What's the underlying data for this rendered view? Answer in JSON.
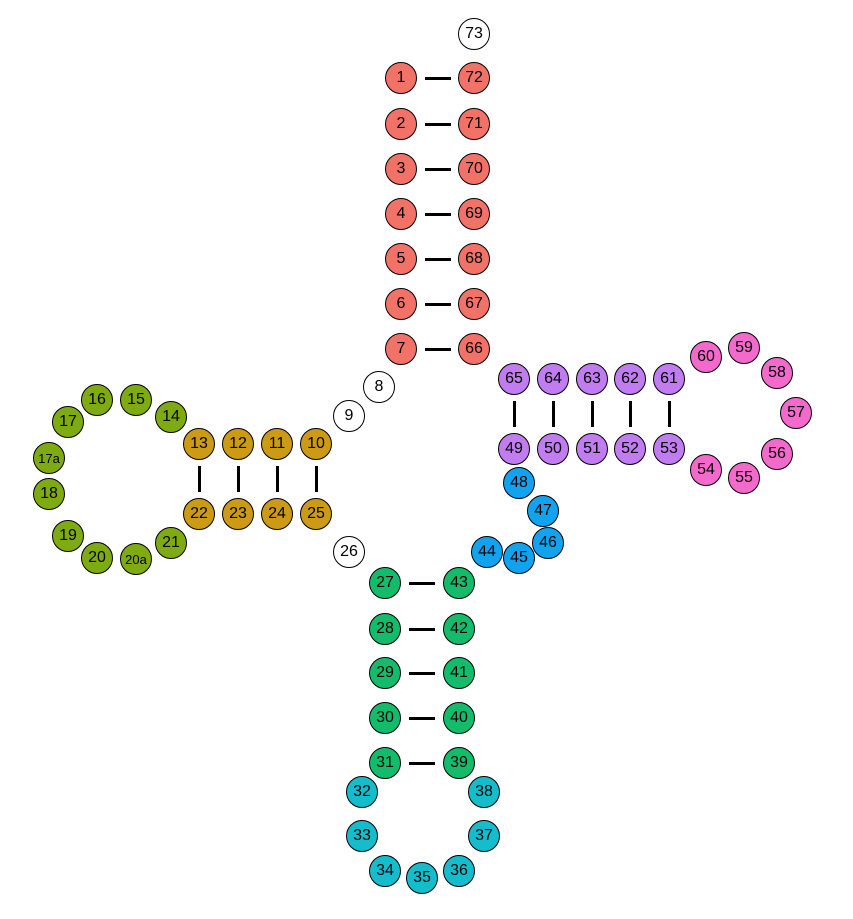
{
  "colors": {
    "acceptor_stem": "#f27268",
    "d_stem": "#cc9a14",
    "d_loop": "#7fab12",
    "anticodon_stem": "#12bc6a",
    "anticodon_loop": "#14bccc",
    "variable_loop": "#11a3f0",
    "t_stem": "#c07cf0",
    "t_loop": "#f46acc",
    "unpaired": "#ffffff",
    "bond": "#000000"
  },
  "nucleotides": [
    {
      "label": "1",
      "group": "acceptor_stem"
    },
    {
      "label": "2",
      "group": "acceptor_stem"
    },
    {
      "label": "3",
      "group": "acceptor_stem"
    },
    {
      "label": "4",
      "group": "acceptor_stem"
    },
    {
      "label": "5",
      "group": "acceptor_stem"
    },
    {
      "label": "6",
      "group": "acceptor_stem"
    },
    {
      "label": "7",
      "group": "acceptor_stem"
    },
    {
      "label": "8",
      "group": "unpaired"
    },
    {
      "label": "9",
      "group": "unpaired"
    },
    {
      "label": "10",
      "group": "d_stem"
    },
    {
      "label": "11",
      "group": "d_stem"
    },
    {
      "label": "12",
      "group": "d_stem"
    },
    {
      "label": "13",
      "group": "d_stem"
    },
    {
      "label": "14",
      "group": "d_loop"
    },
    {
      "label": "15",
      "group": "d_loop"
    },
    {
      "label": "16",
      "group": "d_loop"
    },
    {
      "label": "17",
      "group": "d_loop"
    },
    {
      "label": "17a",
      "group": "d_loop"
    },
    {
      "label": "18",
      "group": "d_loop"
    },
    {
      "label": "19",
      "group": "d_loop"
    },
    {
      "label": "20",
      "group": "d_loop"
    },
    {
      "label": "20a",
      "group": "d_loop"
    },
    {
      "label": "21",
      "group": "d_loop"
    },
    {
      "label": "22",
      "group": "d_stem"
    },
    {
      "label": "23",
      "group": "d_stem"
    },
    {
      "label": "24",
      "group": "d_stem"
    },
    {
      "label": "25",
      "group": "d_stem"
    },
    {
      "label": "26",
      "group": "unpaired"
    },
    {
      "label": "27",
      "group": "anticodon_stem"
    },
    {
      "label": "28",
      "group": "anticodon_stem"
    },
    {
      "label": "29",
      "group": "anticodon_stem"
    },
    {
      "label": "30",
      "group": "anticodon_stem"
    },
    {
      "label": "31",
      "group": "anticodon_stem"
    },
    {
      "label": "32",
      "group": "anticodon_loop"
    },
    {
      "label": "33",
      "group": "anticodon_loop"
    },
    {
      "label": "34",
      "group": "anticodon_loop"
    },
    {
      "label": "35",
      "group": "anticodon_loop"
    },
    {
      "label": "36",
      "group": "anticodon_loop"
    },
    {
      "label": "37",
      "group": "anticodon_loop"
    },
    {
      "label": "38",
      "group": "anticodon_loop"
    },
    {
      "label": "39",
      "group": "anticodon_stem"
    },
    {
      "label": "40",
      "group": "anticodon_stem"
    },
    {
      "label": "41",
      "group": "anticodon_stem"
    },
    {
      "label": "42",
      "group": "anticodon_stem"
    },
    {
      "label": "43",
      "group": "anticodon_stem"
    },
    {
      "label": "44",
      "group": "variable_loop"
    },
    {
      "label": "45",
      "group": "variable_loop"
    },
    {
      "label": "46",
      "group": "variable_loop"
    },
    {
      "label": "47",
      "group": "variable_loop"
    },
    {
      "label": "48",
      "group": "variable_loop"
    },
    {
      "label": "49",
      "group": "t_stem"
    },
    {
      "label": "50",
      "group": "t_stem"
    },
    {
      "label": "51",
      "group": "t_stem"
    },
    {
      "label": "52",
      "group": "t_stem"
    },
    {
      "label": "53",
      "group": "t_stem"
    },
    {
      "label": "54",
      "group": "t_loop"
    },
    {
      "label": "55",
      "group": "t_loop"
    },
    {
      "label": "56",
      "group": "t_loop"
    },
    {
      "label": "57",
      "group": "t_loop"
    },
    {
      "label": "58",
      "group": "t_loop"
    },
    {
      "label": "59",
      "group": "t_loop"
    },
    {
      "label": "60",
      "group": "t_loop"
    },
    {
      "label": "61",
      "group": "t_stem"
    },
    {
      "label": "62",
      "group": "t_stem"
    },
    {
      "label": "63",
      "group": "t_stem"
    },
    {
      "label": "64",
      "group": "t_stem"
    },
    {
      "label": "65",
      "group": "t_stem"
    },
    {
      "label": "66",
      "group": "acceptor_stem"
    },
    {
      "label": "67",
      "group": "acceptor_stem"
    },
    {
      "label": "68",
      "group": "acceptor_stem"
    },
    {
      "label": "69",
      "group": "acceptor_stem"
    },
    {
      "label": "70",
      "group": "acceptor_stem"
    },
    {
      "label": "71",
      "group": "acceptor_stem"
    },
    {
      "label": "72",
      "group": "acceptor_stem"
    },
    {
      "label": "73",
      "group": "unpaired"
    }
  ],
  "base_pairs": [
    [
      "1",
      "72"
    ],
    [
      "2",
      "71"
    ],
    [
      "3",
      "70"
    ],
    [
      "4",
      "69"
    ],
    [
      "5",
      "68"
    ],
    [
      "6",
      "67"
    ],
    [
      "7",
      "66"
    ],
    [
      "10",
      "25"
    ],
    [
      "11",
      "24"
    ],
    [
      "12",
      "23"
    ],
    [
      "13",
      "22"
    ],
    [
      "27",
      "43"
    ],
    [
      "28",
      "42"
    ],
    [
      "29",
      "41"
    ],
    [
      "30",
      "40"
    ],
    [
      "31",
      "39"
    ],
    [
      "49",
      "65"
    ],
    [
      "50",
      "64"
    ],
    [
      "51",
      "63"
    ],
    [
      "52",
      "62"
    ],
    [
      "53",
      "61"
    ]
  ]
}
